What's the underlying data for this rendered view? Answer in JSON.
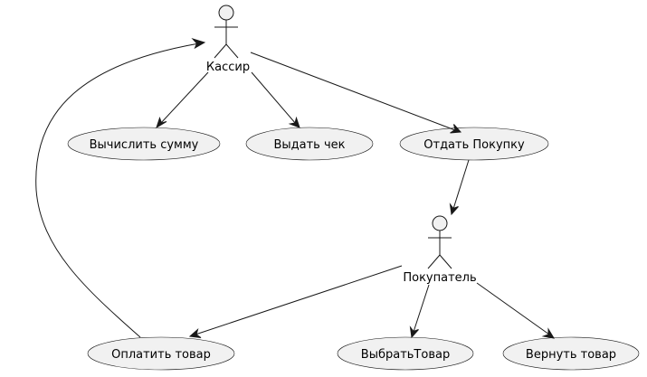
{
  "actors": {
    "cashier": "Кассир",
    "buyer": "Покупатель"
  },
  "usecases": {
    "calc_sum": "Вычислить сумму",
    "give_receipt": "Выдать чек",
    "hand_purchase": "Отдать Покупку",
    "pay_item": "Оплатить товар",
    "choose_item": "ВыбратьТовар",
    "return_item": "Вернуть товар"
  },
  "colors": {
    "fill": "#f1f1f1",
    "stroke": "#181818",
    "text": "#000000",
    "background": "#ffffff"
  }
}
